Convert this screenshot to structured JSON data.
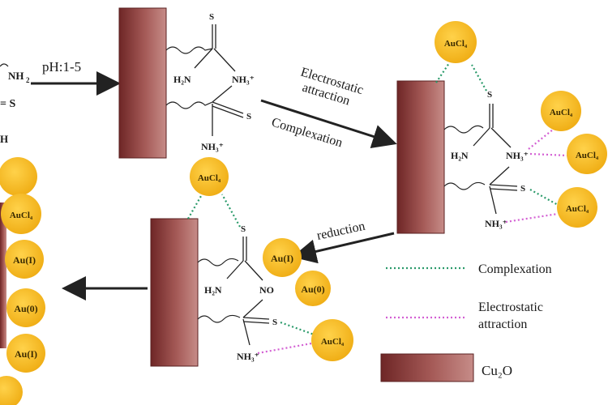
{
  "labels": {
    "ph": "pH:1-5",
    "electrostatic": "Electrostatic",
    "attraction": "attraction",
    "complexation": "Complexation",
    "reduction": "reduction"
  },
  "chem": {
    "nh2_edge": "NH",
    "s_edge": "= S",
    "h_edge": "H",
    "s": "S",
    "h2n": "H₂N",
    "nh3plus": "NH₃⁺",
    "nh3plus_short": "NH₃⁺",
    "no": "NO"
  },
  "balls": {
    "aucl4": "AuCl₄",
    "aucl4_partial": "AuCl₄",
    "au1": "Au(I)",
    "au0": "Au(0)"
  },
  "legend": {
    "complexation": "Complexation",
    "electrostatic": "Electrostatic",
    "attraction": "attraction",
    "cu2o": "Cu₂O"
  },
  "colors": {
    "bar_dark": "#7a2f2f",
    "bar_light": "#c98a87",
    "ball": "#f2b51a",
    "complexation_line": "#2a9a6a",
    "electrostatic_line": "#d35fd3",
    "arrow": "#222222"
  }
}
